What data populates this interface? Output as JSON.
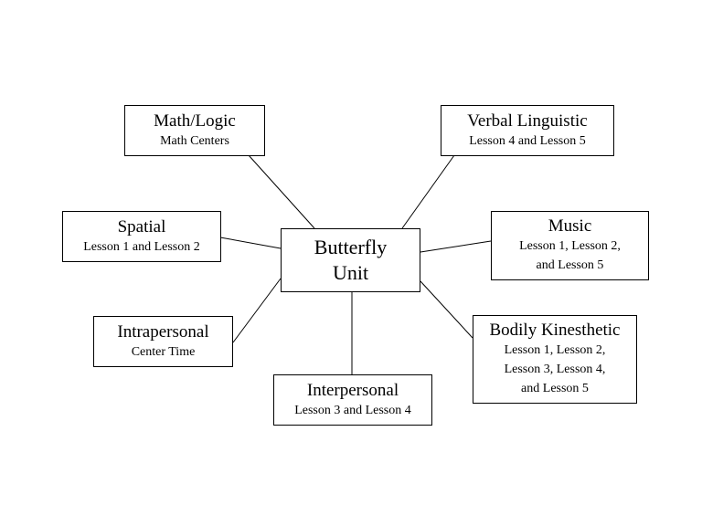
{
  "center": {
    "title": "Butterfly\nUnit"
  },
  "nodes": {
    "math_logic": {
      "title": "Math/Logic",
      "detail": "Math Centers"
    },
    "verbal_linguistic": {
      "title": "Verbal Linguistic",
      "detail": "Lesson 4 and Lesson 5"
    },
    "spatial": {
      "title": "Spatial",
      "detail": "Lesson 1 and Lesson 2"
    },
    "music": {
      "title": "Music",
      "detail": "Lesson 1, Lesson 2,\nand Lesson 5"
    },
    "intrapersonal": {
      "title": "Intrapersonal",
      "detail": "Center Time"
    },
    "interpersonal": {
      "title": "Interpersonal",
      "detail": "Lesson 3 and Lesson 4"
    },
    "bodily_kinesthetic": {
      "title": "Bodily Kinesthetic",
      "detail": "Lesson 1, Lesson 2,\nLesson 3, Lesson 4,\nand Lesson 5"
    }
  },
  "colors": {
    "background": "#ffffff",
    "line": "#000000",
    "box_border": "#000000",
    "text": "#000000"
  }
}
